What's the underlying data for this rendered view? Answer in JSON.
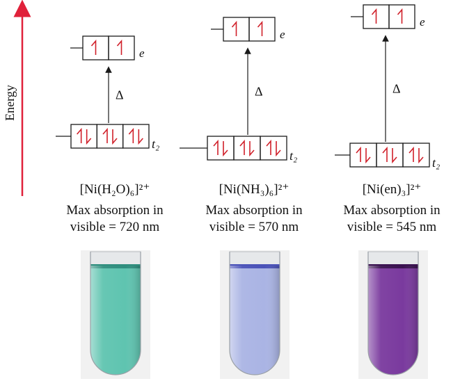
{
  "axis": {
    "label": "Energy",
    "arrow_color": "#e0213a"
  },
  "colors": {
    "electron": "#d0202a",
    "box_stroke": "#1a1a1a"
  },
  "complexes": [
    {
      "formula": "[Ni(H₂O)₆]²⁺",
      "e_label": "e",
      "t2_label": "t₂",
      "delta": "Δ",
      "absorption_line1": "Max absorption in",
      "absorption_line2": "visible = 720 nm",
      "e_electrons": [
        "up",
        "up"
      ],
      "t2_electrons": [
        "pair",
        "pair",
        "pair"
      ],
      "solution_color": "#5fc4b0",
      "solution_top": "#2f8e7e",
      "solution_description": "teal-green solution"
    },
    {
      "formula": "[Ni(NH₃)₆]²⁺",
      "e_label": "e",
      "t2_label": "t₂",
      "delta": "Δ",
      "absorption_line1": "Max absorption in",
      "absorption_line2": "visible = 570 nm",
      "e_electrons": [
        "up",
        "up"
      ],
      "t2_electrons": [
        "pair",
        "pair",
        "pair"
      ],
      "solution_color": "#aab4e4",
      "solution_top": "#4a52b8",
      "solution_description": "pale blue-violet solution"
    },
    {
      "formula": "[Ni(en)₃]²⁺",
      "e_label": "e",
      "t2_label": "t₂",
      "delta": "Δ",
      "absorption_line1": "Max absorption in",
      "absorption_line2": "visible = 545 nm",
      "e_electrons": [
        "up",
        "up"
      ],
      "t2_electrons": [
        "pair",
        "pair",
        "pair"
      ],
      "solution_color": "#7a3a9e",
      "solution_top": "#3a1250",
      "solution_description": "purple solution"
    }
  ]
}
